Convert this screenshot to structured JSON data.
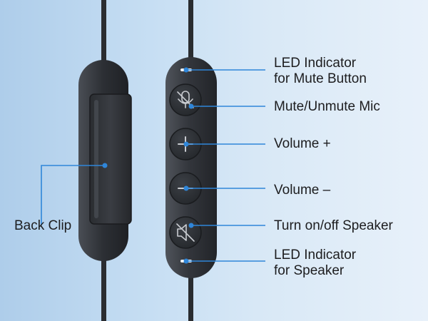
{
  "labels": {
    "back_clip": "Back Clip",
    "led_mute_line1": "LED Indicator",
    "led_mute_line2": "for Mute Button",
    "mute_mic": "Mute/Unmute Mic",
    "volume_up": "Volume +",
    "volume_down": "Volume –",
    "speaker_toggle": "Turn on/off Speaker",
    "led_speaker_line1": "LED Indicator",
    "led_speaker_line2": "for Speaker"
  },
  "icons": {
    "mute": "microphone-muted-icon",
    "volume_up": "plus-icon",
    "volume_down": "minus-icon",
    "speaker": "speaker-muted-icon"
  },
  "colors": {
    "callout": "#2f86d9",
    "device_body": "#2f3237",
    "cable": "#2a2c30"
  }
}
